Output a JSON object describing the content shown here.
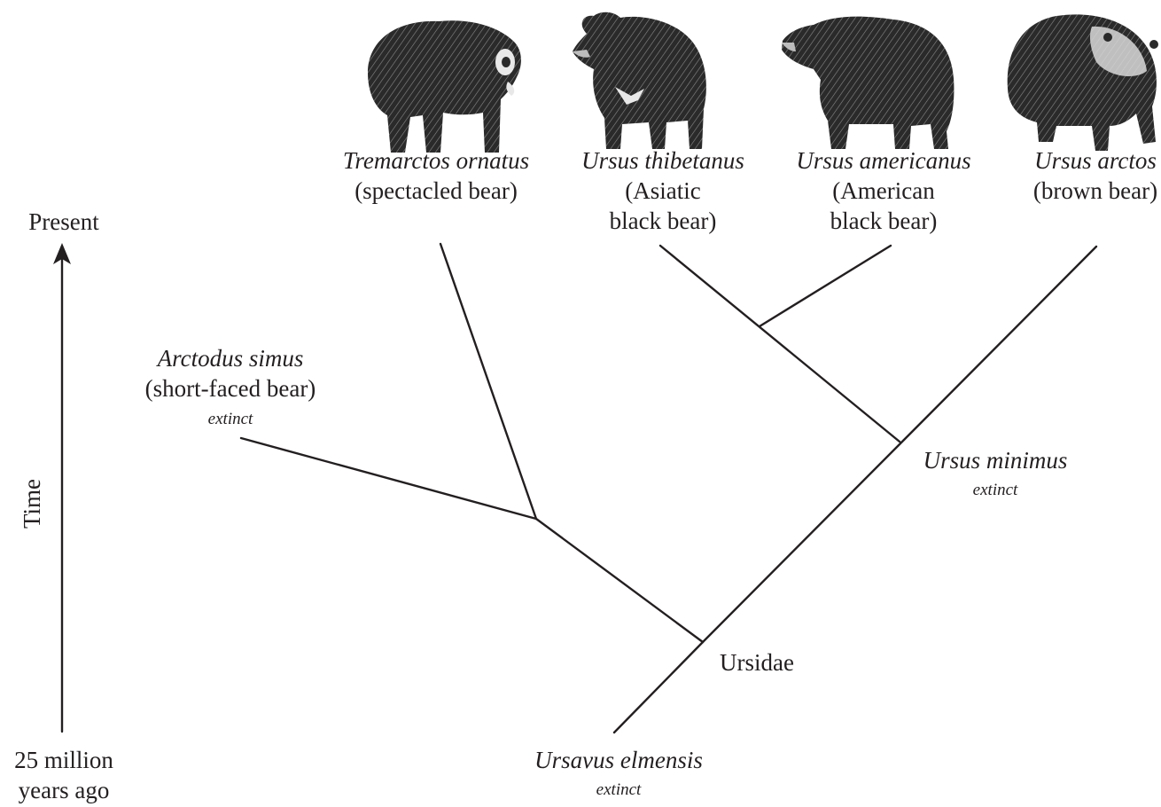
{
  "axis": {
    "top_label": "Present",
    "title": "Time",
    "bottom_label_line1": "25 million",
    "bottom_label_line2": "years ago"
  },
  "taxa": {
    "tremarctos": {
      "species": "Tremarctos ornatus",
      "common": "(spectacled bear)"
    },
    "thibetanus": {
      "species": "Ursus thibetanus",
      "common_line1": "(Asiatic",
      "common_line2": "black bear)"
    },
    "americanus": {
      "species": "Ursus americanus",
      "common_line1": "(American",
      "common_line2": "black bear)"
    },
    "arctos": {
      "species": "Ursus arctos",
      "common": "(brown bear)"
    },
    "arctodus": {
      "species": "Arctodus simus",
      "common": "(short-faced bear)",
      "status": "extinct"
    },
    "minimus": {
      "species": "Ursus minimus",
      "status": "extinct"
    },
    "ursidae": {
      "label": "Ursidae"
    },
    "ursavus": {
      "species": "Ursavus elmensis",
      "status": "extinct"
    }
  },
  "icons": [
    "spectacled-bear-illustration",
    "asiatic-black-bear-illustration",
    "american-black-bear-illustration",
    "brown-bear-illustration",
    "up-arrow-icon"
  ]
}
